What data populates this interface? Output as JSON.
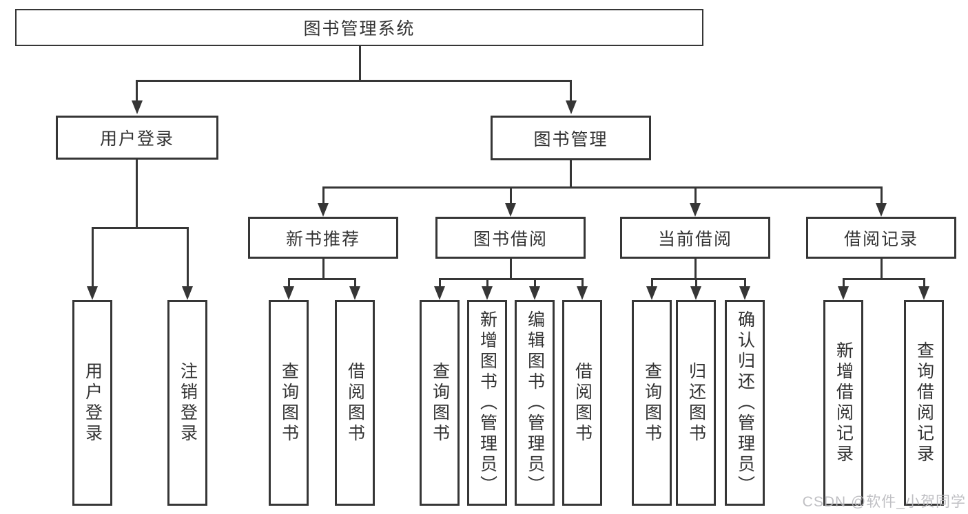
{
  "tree": {
    "root": "图书管理系统",
    "branches": [
      {
        "label": "用户登录",
        "children": [
          "用户登录",
          "注销登录"
        ]
      },
      {
        "label": "图书管理"
      }
    ],
    "modules": [
      {
        "label": "新书推荐",
        "children": [
          "查询图书",
          "借阅图书"
        ]
      },
      {
        "label": "图书借阅",
        "children": [
          "查询图书",
          "新增图书（管理员）",
          "编辑图书（管理员）",
          "借阅图书"
        ]
      },
      {
        "label": "当前借阅",
        "children": [
          "查询图书",
          "归还图书",
          "确认归还（管理员）"
        ]
      },
      {
        "label": "借阅记录",
        "children": [
          "新增借阅记录",
          "查询借阅记录"
        ]
      }
    ],
    "watermark": "CSDN @软件_小贺同学",
    "colors": {
      "line": "#363636",
      "text": "#333333",
      "watermark": "#b9b9bd"
    }
  }
}
